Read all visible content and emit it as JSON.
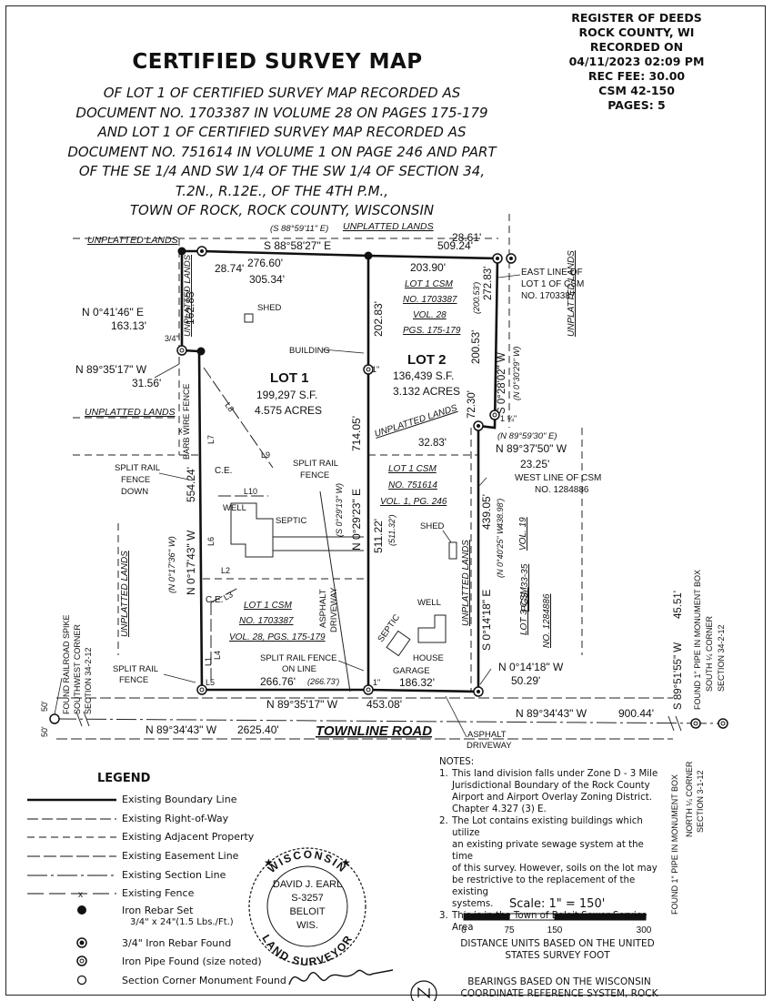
{
  "recording": {
    "office": "REGISTER OF DEEDS",
    "county": "ROCK COUNTY, WI",
    "recorded_label": "RECORDED ON",
    "recorded_on": "04/11/2023 02:09 PM",
    "fee": "REC FEE: 30.00",
    "csm": "CSM 42-150",
    "pages": "PAGES: 5"
  },
  "title": "CERTIFIED SURVEY MAP",
  "subtitle_lines": [
    "OF LOT 1 OF CERTIFIED SURVEY MAP RECORDED AS",
    "DOCUMENT NO. 1703387 IN VOLUME 28 ON PAGES 175-179",
    "AND LOT 1 OF CERTIFIED SURVEY MAP RECORDED AS",
    "DOCUMENT NO. 751614 IN VOLUME 1 ON PAGE 246 AND PART",
    "OF THE SE 1/4 AND SW 1/4 OF THE SW 1/4 OF SECTION 34,",
    "T.2N., R.12E., OF THE 4TH P.M.,",
    "TOWN OF ROCK, ROCK COUNTY, WISCONSIN"
  ],
  "map": {
    "unplatted": "UNPLATTED LANDS",
    "north_record": "(S 88°59'11\" E)",
    "north_bearing": "S 88°58'27\" E",
    "north_total": "509.24'",
    "ne_dist": "28.61'",
    "d_27660": "276.60'",
    "d_30534": "305.34'",
    "d_2874": "28.74'",
    "d_16283": "162.83'",
    "nw_bearing": "N 0°41'46\" E",
    "nw_dist": "163.13'",
    "three_quarter": "3/4\"",
    "w_bearing": "N 89°35'17\" W",
    "w_dist": "31.56'",
    "barb": "BARB WIRE FENCE",
    "shed": "SHED",
    "building": "BUILDING",
    "lot1_name": "LOT 1",
    "lot1_sf": "199,297 S.F.",
    "lot1_ac": "4.575 ACRES",
    "lot2_name": "LOT 2",
    "lot2_sf": "136,439 S.F.",
    "lot2_ac": "3.132 ACRES",
    "d_20390": "203.90'",
    "csm_lot1": "LOT 1 CSM",
    "csm_no_1703387": "NO. 1703387",
    "csm_vol28": "VOL. 28",
    "csm_pgs": "PGS. 175-179",
    "d_20283": "202.83'",
    "one_inch": "1\"",
    "d_27283": "272.83'",
    "d_20053r": "(200.53')",
    "east_line": [
      "EAST LINE OF",
      "LOT 1 OF CSM",
      "NO. 1703387"
    ],
    "d_20053": "200.53'",
    "e_bearing": "S 0°28'02\" W",
    "e_record": "(N 0°30'29\" W)",
    "d_7230": "72.30'",
    "one_quarter": "1 ¼\"",
    "d_3283": "32.83'",
    "mid_record": "(N 89°59'30\" E)",
    "mid_bearing": "N 89°37'50\" W",
    "mid_dist": "23.25'",
    "west_line": [
      "WEST LINE OF CSM",
      "NO. 1284886"
    ],
    "split_down": [
      "SPLIT RAIL",
      "FENCE",
      "DOWN"
    ],
    "split_fence": [
      "SPLIT RAIL",
      "FENCE"
    ],
    "ce": "C.E.",
    "d_55424": "554.24'",
    "w_main": "N 0°17'43\" W",
    "w_main_rec": "(N 0°17'36\" W)",
    "well": "WELL",
    "septic": "SEPTIC",
    "garage": "GARAGE",
    "house": "HOUSE",
    "mid_v_rec": "(S 0°29'13\" W)",
    "mid_v_bearing": "N 0°29'23\" E",
    "d_71405": "714.05'",
    "d_51122": "511.22'",
    "d_51132r": "(511.32')",
    "csm_no_751614": "NO. 751614",
    "csm_vol1": "VOL. 1, PG. 246",
    "asphalt_drive": [
      "ASPHALT",
      "DRIVEWAY"
    ],
    "csm_vol28_line": "VOL. 28, PGS. 175-179",
    "split_on_line": [
      "SPLIT RAIL FENCE",
      "ON LINE"
    ],
    "d_26676": "266.76'",
    "d_26673r": "(266.73')",
    "d_18632": "186.32'",
    "e2_bearing": "S 0°14'18\" E",
    "e2_dist": "439.05'",
    "e2_rec": "(N 0°40'25\" W",
    "e2_rec_dist": "438.98')",
    "vol19": "VOL. 19",
    "pgs3335": "PGS. 33-35",
    "lot3csm": "LOT 3 CSM",
    "no1284886": "NO. 1284886",
    "se_bearing": "N 0°14'18\" W",
    "se_dist": "50.29'",
    "south_bearing": "N 89°35'17\" W",
    "south_dist": "453.08'",
    "road_east_bearing": "N 89°34'43\" W",
    "road_east_dist": "900.44'",
    "road_west_bearing": "N 89°34'43\" W",
    "road_west_dist": "2625.40'",
    "road_name": "TOWNLINE ROAD",
    "row50": "50'",
    "asphalt_drive2": [
      "ASPHALT",
      "DRIVEWAY"
    ],
    "sw_corner": [
      "FOUND RAILROAD SPIKE",
      "SOUTHWEST CORNER",
      "SECTION 34-2-12"
    ],
    "se_corner_bearing": "S 89°51'55\" W",
    "se_corner_dist": "45.51'",
    "se_corner": [
      "FOUND 1\" PIPE IN MONUMENT BOX",
      "SOUTH ¼ CORNER",
      "SECTION 34-2-12"
    ],
    "n_corner": [
      "FOUND 1\" PIPE IN MONUMENT BOX",
      "NORTH ¼ CORNER",
      "SECTION 3-1-12"
    ],
    "lines": {
      "l1": "L1",
      "l2": "L2",
      "l3": "L3",
      "l4": "L4",
      "l5": "L5",
      "l6": "L6",
      "l7": "L7",
      "l8": "L8",
      "l9": "L9",
      "l10": "L10"
    }
  },
  "legend": {
    "title": "LEGEND",
    "items": [
      "Existing Boundary Line",
      "Existing Right-of-Way",
      "Existing Adjacent Property",
      "Existing Easement Line",
      "Existing Section Line",
      "Existing Fence",
      "Iron Rebar Set",
      "3/4\" x 24\"(1.5 Lbs./Ft.)",
      "3/4\" Iron Rebar Found",
      "Iron Pipe Found (size noted)",
      "Section Corner Monument Found"
    ],
    "fence_mark": "x"
  },
  "seal": {
    "top": "WISCONSIN",
    "bottom": "LAND SURVEYOR",
    "name": "DAVID J. EARL",
    "number": "S-3257",
    "city": "BELOIT",
    "state": "WIS."
  },
  "notes": {
    "title": "NOTES:",
    "items": [
      {
        "n": "1.",
        "lines": [
          "This land division falls under Zone D - 3 Mile",
          "Jurisdictional Boundary of the Rock County",
          "Airport and Airport Overlay Zoning District.",
          "Chapter 4.327 (3) E."
        ]
      },
      {
        "n": "2.",
        "lines": [
          "The Lot contains existing buildings which utilize",
          "an existing private sewage system at the time",
          "of this survey.  However, soils on the lot may",
          "be restrictive to the replacement of the existing",
          "systems."
        ]
      },
      {
        "n": "3.",
        "lines": [
          "This is in the Town of Beloit Sewer Service Area"
        ]
      }
    ]
  },
  "scale": {
    "label": "Scale: 1\" = 150'",
    "ticks": [
      "0",
      "75",
      "150",
      "300"
    ]
  },
  "distance_note": [
    "DISTANCE UNITS BASED ON THE UNITED",
    "STATES SURVEY FOOT"
  ],
  "bearing_note": [
    "BEARINGS BASED ON THE WISCONSIN",
    "COORDINATE REFERENCE SYSTEM, ROCK"
  ]
}
